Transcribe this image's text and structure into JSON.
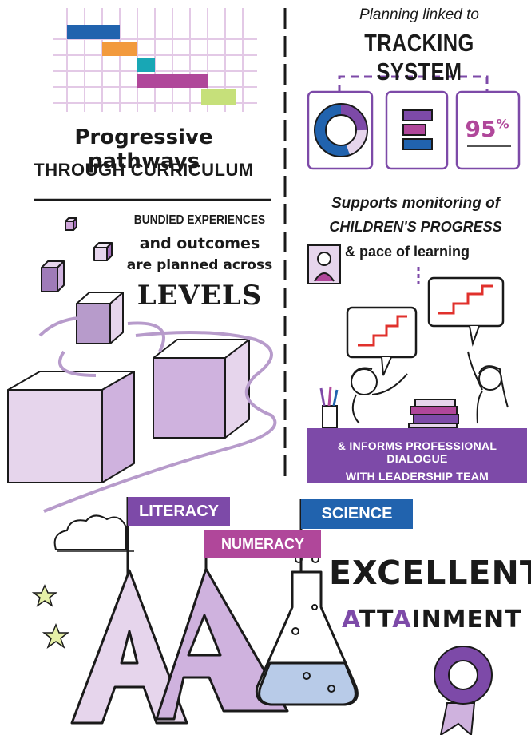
{
  "top_right": {
    "planning_label": "Planning linked to",
    "tracking_label": "TRACKING SYSTEM",
    "percent_value": "95",
    "percent_symbol": "%"
  },
  "top_left": {
    "pathways_line1": "Progressive pathways",
    "pathways_line2": "THROUGH CURRICULUM"
  },
  "middle_left": {
    "bundled_line1": "BUNDlED EXPERIENCES",
    "bundled_line2": "and outcomes",
    "bundled_line3": "are planned across",
    "levels_label": "LEVELS"
  },
  "middle_right": {
    "supports_line1": "Supports monitoring of",
    "supports_line2": "CHILDREN'S PROGRESS",
    "supports_line3": "& pace of learning",
    "informs_line1": "& INFORMS PROFESSIONAL DIALOGUE",
    "informs_line2": "WITH LEADERSHIP TEAM"
  },
  "bottom": {
    "literacy_label": "LITERACY",
    "science_label": "SCIENCE",
    "numeracy_label": "NUMERACY",
    "excellent_label": "EXCELLENT",
    "attainment_accent": "A",
    "attainment_mid": "TT",
    "attainment_accent2": "A",
    "attainment_rest": "INMENT"
  },
  "colors": {
    "purple": "#7d4aa8",
    "magenta": "#b0479a",
    "blue": "#2163ae",
    "orange": "#f29a3d",
    "teal": "#18a7b5",
    "lime": "#c6e07a",
    "lilac": "#e6d5ec",
    "dark": "#1a1a1a"
  }
}
